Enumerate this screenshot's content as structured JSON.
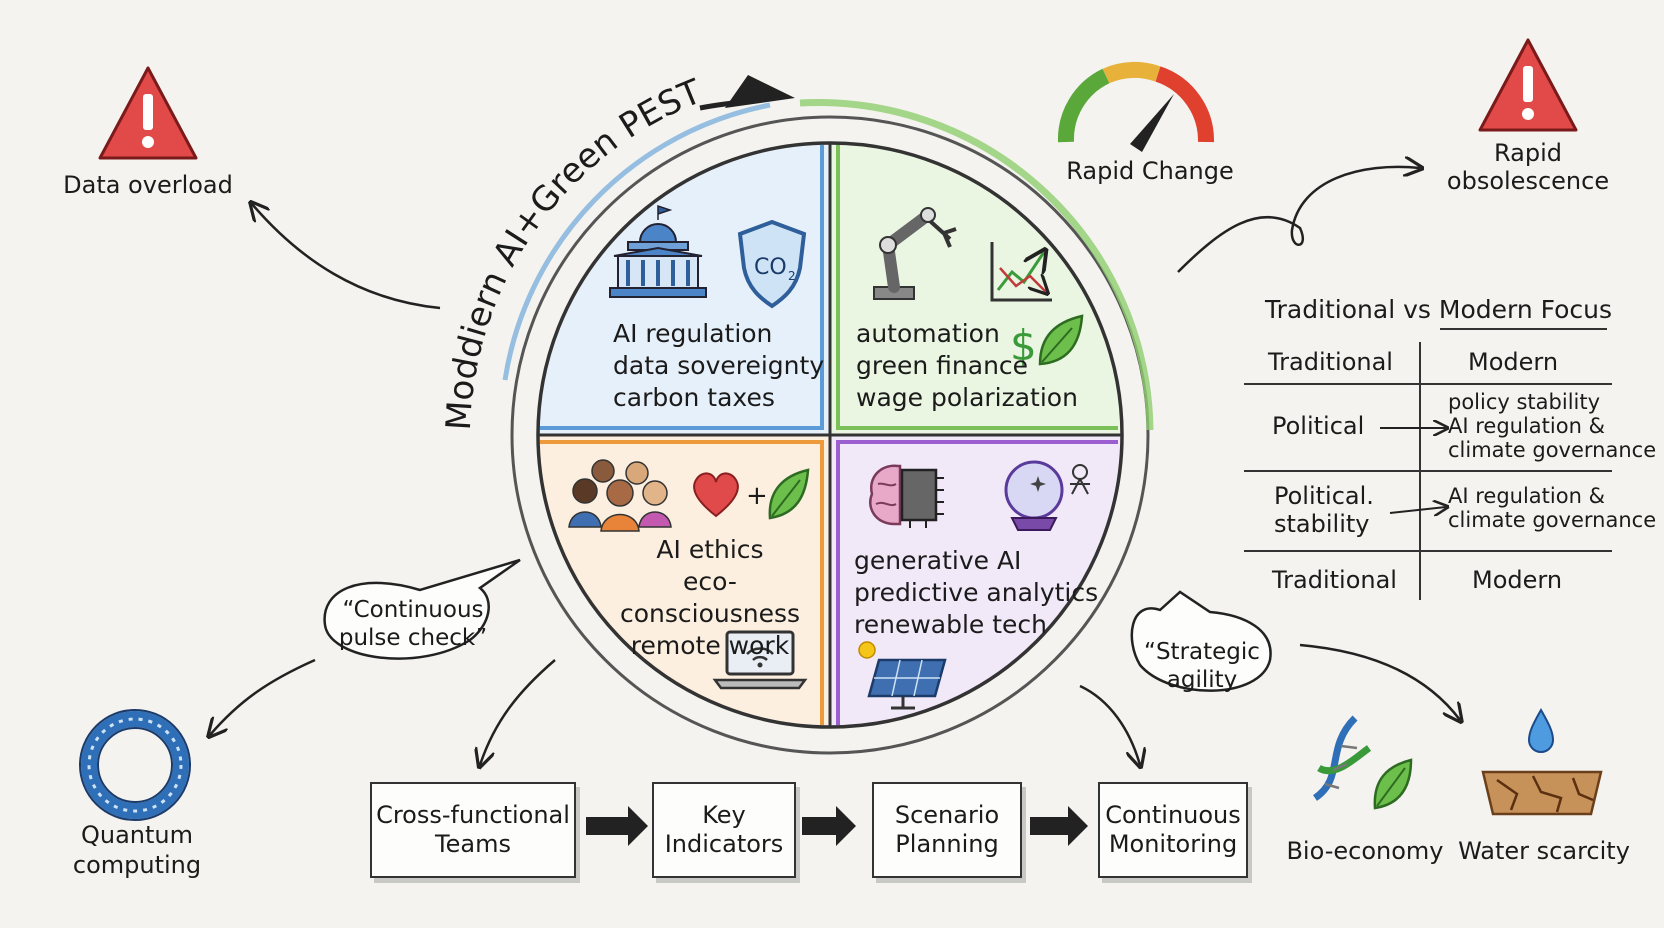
{
  "header": {
    "ring_label": "Moddiern AI+Green PEST"
  },
  "quadrants": {
    "political": {
      "lines": [
        "AI regulation",
        "data sovereignty",
        "carbon taxes"
      ],
      "color": "#5b9bd8",
      "icons": [
        "government-building-icon",
        "co2-shield-icon"
      ]
    },
    "economic": {
      "lines": [
        "automation",
        "green finance",
        "wage polarization"
      ],
      "color": "#7cc05a",
      "icons": [
        "robot-arm-icon",
        "trend-chart-icon",
        "dollar-leaf-icon"
      ]
    },
    "social": {
      "lines": [
        "AI ethics",
        "eco-consciousness",
        "remote work"
      ],
      "color": "#ef9a3a",
      "icons": [
        "people-group-icon",
        "heart-plus-leaf-icon",
        "laptop-wifi-icon"
      ]
    },
    "technological": {
      "lines": [
        "generative AI",
        "predictive analytics",
        "renewable tech"
      ],
      "color": "#9b5fd0",
      "icons": [
        "brain-chip-icon",
        "crystal-ball-icon",
        "solar-panel-icon"
      ]
    }
  },
  "risks": {
    "data_overload": "Data overload",
    "rapid_change": "Rapid Change",
    "rapid_obsolescence": [
      "Rapid",
      "obsolescence"
    ]
  },
  "bubbles": {
    "pulse": [
      "“Continuous",
      "pulse check”"
    ],
    "agility": [
      "“Strategic",
      "agility"
    ]
  },
  "emerging": {
    "quantum": [
      "Quantum",
      "computing"
    ],
    "bio": "Bio-economy",
    "water": "Water scarcity"
  },
  "flow": [
    [
      "Cross-functional",
      "Teams"
    ],
    [
      "Key",
      "Indicators"
    ],
    [
      "Scenario",
      "Planning"
    ],
    [
      "Continuous",
      "Monitoring"
    ]
  ],
  "comparison": {
    "title": "Traditional vs Modern Focus",
    "header": [
      "Traditional",
      "Modern"
    ],
    "rows": [
      {
        "left": [
          "Political"
        ],
        "right": [
          "policy stability",
          "AI regulation &",
          "climate governance"
        ]
      },
      {
        "left": [
          "Political.",
          "stability"
        ],
        "right": [
          "AI regulation &",
          "climate governance"
        ]
      }
    ],
    "footer": [
      "Traditional",
      "Modern"
    ]
  },
  "colors": {
    "warning_red": "#e24a4a",
    "ink": "#1b1b1b",
    "paper": "#f4f3ef"
  }
}
